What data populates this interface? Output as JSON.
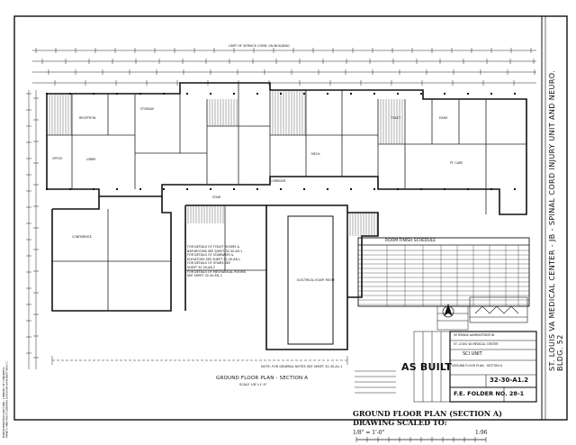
{
  "sheet_title_vertical": "ST. LOUIS VA MEDICAL CENTER - JB - SPINAL CORD INJURY UNIT AND NEURO. BLDG. 52",
  "top_dimension_note": "LIMIT OF SERVICE CORR. ON BUILDING",
  "plan_title": "GROUND FLOOR PLAN - SECTION A",
  "plan_scale": "SCALE 1/8\"=1'-0\"",
  "notes_line": "NOTE: FOR GENERAL NOTES SEE SHEET 32-30-A1.1",
  "as_built": "AS BUILT",
  "schedule_title": "ROOM FINISH SCHEDULE",
  "note_block": [
    "FOR DETAILS OF TOILET ROOMS &",
    "BATHROOMS SEE SHEET 32-30-A9.1",
    "FOR DETAILS OF STAIRWAYS &",
    "ELEVATORS SEE SHEET 32-30-A8.1",
    "FOR DETAILS OF STAIRS SEE",
    "SHEET 32-30-A8.2",
    "FOR DETAILS OF MECHANICAL ROOMS",
    "SEE SHEET 32-30-M1.1"
  ],
  "rooms": [
    "RECEPTION",
    "OFFICE",
    "STORAGE",
    "LOBBY",
    "CORRIDOR",
    "STAIR",
    "MECH.",
    "ELECTRICAL EQUIP. ROOM",
    "TOILET",
    "EXAM",
    "PT. CARE",
    "CONFERENCE"
  ],
  "title_block": {
    "agency": "VETERANS ADMINISTRATION",
    "project": "ST. LOUIS VA MEDICAL CENTER",
    "building": "SCI UNIT",
    "drawing": "GROUND FLOOR PLAN - SECTION A",
    "sheet_number": "32-30-A1.2",
    "folder": "F.E. FOLDER NO. 28-1"
  },
  "footer": {
    "line1": "GROUND FLOOR PLAN (SECTION A)",
    "line2": "DRAWING SCALED TO:",
    "scale_left": "1/8\" = 1'-0\"",
    "scale_right": "1:96"
  },
  "left_stamp": "HABS/HAER/HALS RECORD - LIBRARY OF CONGRESS PRINTS AND PHOTOGRAPHS DIVISION WASHINGTON D.C."
}
